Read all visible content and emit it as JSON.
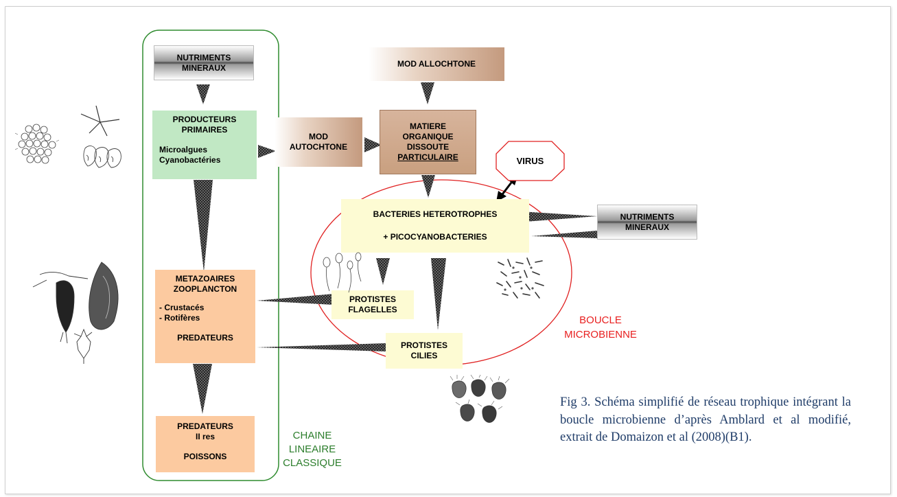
{
  "boxes": {
    "nutriments_top": [
      "NUTRIMENTS",
      "MINERAUX"
    ],
    "mod_allochtone": "MOD  ALLOCHTONE",
    "producteurs": {
      "title": [
        "PRODUCTEURS",
        "PRIMAIRES"
      ],
      "items": [
        "Microalgues",
        "Cyanobactéries"
      ]
    },
    "mod_autochtone": [
      "MOD",
      "AUTOCHTONE"
    ],
    "matiere": [
      "MATIERE",
      "ORGANIQUE",
      "DISSOUTE",
      "PARTICULAIRE"
    ],
    "virus": "VIRUS",
    "bacteries": [
      "BACTERIES HETEROTROPHES",
      "+ PICOCYANOBACTERIES"
    ],
    "nutriments_right": [
      "NUTRIMENTS",
      "MINERAUX"
    ],
    "metazoaires": {
      "title": [
        "METAZOAIRES",
        "ZOOPLANCTON"
      ],
      "items": [
        "- Crustacés",
        "- Rotifères"
      ],
      "footer": "PREDATEURS"
    },
    "flagelles": [
      "PROTISTES",
      "FLAGELLES"
    ],
    "cilies": [
      "PROTISTES",
      "CILIES"
    ],
    "predateurs": {
      "title": [
        "PREDATEURS",
        "II res"
      ],
      "footer": "POISSONS"
    }
  },
  "labels": {
    "boucle": [
      "BOUCLE",
      "MICROBIENNE"
    ],
    "chaine": [
      "CHAINE",
      "LINEAIRE",
      "CLASSIQUE"
    ]
  },
  "caption": "Fig 3. Schéma simplifié de réseau trophique intégrant la boucle microbienne d’après Amblard et al modifié, extrait de Domaizon et al (2008)(B1).",
  "colors": {
    "chain_outline": "#2e8b2e",
    "loop_outline": "#e02020",
    "caption": "#1f3c68"
  }
}
